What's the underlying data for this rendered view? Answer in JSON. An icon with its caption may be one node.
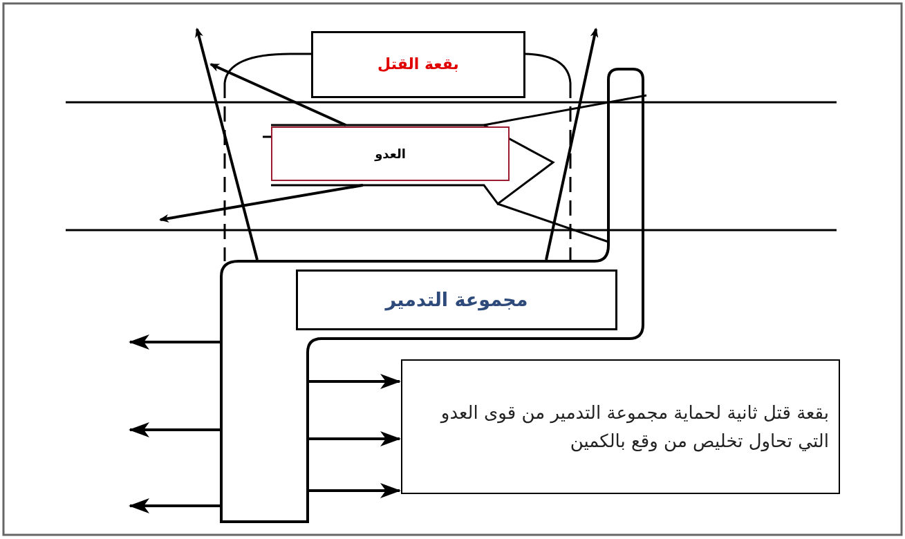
{
  "diagram": {
    "nodes": [
      {
        "text": [],
        "shape": "box"
      },
      {
        "text": [
          "مجموعة التدمير"
        ],
        "in": 0
      },
      {
        "text": [
          "بقعة القتل"
        ]
      },
      {
        "text": [
          "العدو"
        ]
      },
      {
        "text": [
          "بقعة قتل ثانية لحماية مجموعة التدمير من قوى العدو التي تحاول تخليص من وقع بالكمين"
        ]
      }
    ],
    "edges": [
      {
        "from": 0,
        "to": null,
        "arrow": "to"
      },
      {
        "from": 0,
        "to": null,
        "arrow": "to"
      },
      {
        "from": 0,
        "to": null,
        "arrow": "to"
      },
      {
        "from": 0,
        "to": 4,
        "arrow": "to"
      },
      {
        "from": 0,
        "to": 4,
        "arrow": "to"
      },
      {
        "from": 0,
        "to": 4,
        "arrow": "to"
      },
      {
        "from": 0,
        "to": null,
        "arrow": "to"
      },
      {
        "from": 0,
        "to": null,
        "arrow": "to"
      },
      {
        "from": 3,
        "to": null,
        "arrow": "to"
      },
      {
        "from": 3,
        "to": null,
        "arrow": "to"
      }
    ]
  }
}
